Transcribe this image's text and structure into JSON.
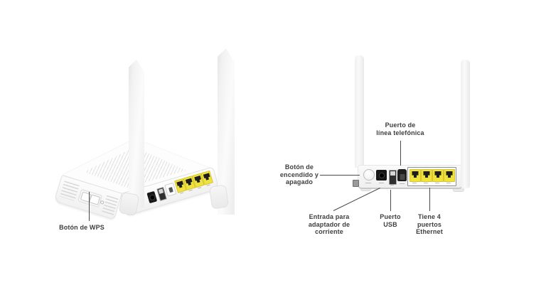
{
  "figure": {
    "description_left_view": "router angled three-quarter view",
    "description_right_view": "router rear view",
    "background_color": "#ffffff",
    "text_color": "#3e3e3e",
    "leader_line_color": "#4a4a4a",
    "ethernet_port_color": "#f0e23e",
    "ethernet_port_count": 4
  },
  "left_view": {
    "caption_wps": "Botón de WPS"
  },
  "right_view": {
    "caption_phone": "Puerto de\nlínea telefónica",
    "caption_power_button": "Botón de\nencendido y\napagado",
    "caption_power_inlet": "Entrada para\nadaptador de\ncorriente",
    "caption_usb": "Puerto\nUSB",
    "caption_ethernet": "Tiene 4\npuertos\nEthernet"
  }
}
